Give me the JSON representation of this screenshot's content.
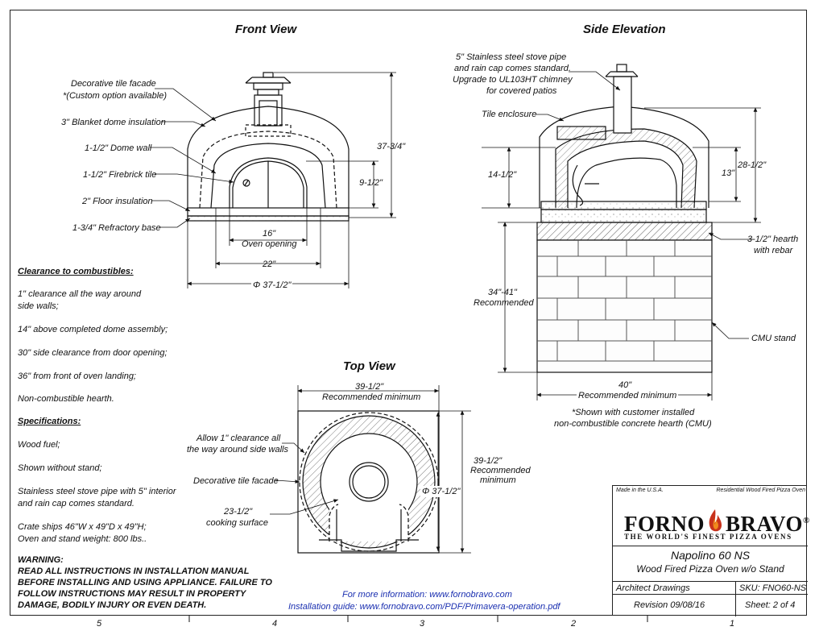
{
  "titles": {
    "front": "Front View",
    "side": "Side Elevation",
    "top": "Top View"
  },
  "front_labels": {
    "tile_facade": "Decorative tile facade",
    "tile_facade_note": "*(Custom option available)",
    "blanket": "3\" Blanket dome insulation",
    "dome_wall": "1-1/2\" Dome wall",
    "firebrick": "1-1/2\" Firebrick tile",
    "floor_insulation": "2\" Floor insulation",
    "refractory_base": "1-3/4\" Refractory base"
  },
  "front_dims": {
    "overall_height": "37-3/4\"",
    "opening_height": "9-1/2\"",
    "opening_width": "16\"",
    "opening_caption": "Oven opening",
    "interior_width": "22\"",
    "outer_diameter": "Φ 37-1/2\""
  },
  "side_labels": {
    "stove_pipe_1": "5\" Stainless steel stove pipe",
    "stove_pipe_2": "and rain cap comes standard.",
    "stove_pipe_3": "Upgrade to UL103HT chimney",
    "stove_pipe_4": "for covered patios",
    "tile_enclosure": "Tile enclosure",
    "hearth_1": "3-1/2\" hearth",
    "hearth_2": "with rebar",
    "cmu": "CMU stand",
    "shown_1": "*Shown with customer installed",
    "shown_2": "non-combustible concrete hearth (CMU)"
  },
  "side_dims": {
    "interior_height": "14-1/2\"",
    "dome_height": "13\"",
    "total_height": "28-1/2\"",
    "stand_height": "34\"-41\"",
    "stand_height_note": "Recommended",
    "stand_width": "40\"",
    "stand_width_note": "Recommended minimum"
  },
  "top_labels": {
    "clearance_1": "Allow 1\" clearance all",
    "clearance_2": "the way around side walls",
    "tile_facade": "Decorative tile facade",
    "cooking_1": "23-1/2\"",
    "cooking_2": "cooking surface"
  },
  "top_dims": {
    "width": "39-1/2\"",
    "width_note": "Recommended minimum",
    "depth": "39-1/2\"",
    "depth_note_1": "Recommended",
    "depth_note_2": "minimum",
    "diameter": "Φ 37-1/2\""
  },
  "clearance": {
    "heading": "Clearance to combustibles:",
    "line1a": "1\" clearance all the way around",
    "line1b": "side walls;",
    "line2": "14\" above completed dome assembly;",
    "line3": "30\" side clearance from door opening;",
    "line4": "36\" from front of oven landing;",
    "line5": "Non-combustible hearth."
  },
  "specs": {
    "heading": "Specifications:",
    "line1": "Wood fuel;",
    "line2": "Shown without stand;",
    "line3a": "Stainless steel stove pipe with 5\" interior",
    "line3b": "and rain cap comes standard.",
    "line4a": "Crate ships 46\"W x 49\"D x 49\"H;",
    "line4b": "Oven and stand weight: 800 lbs.."
  },
  "warning": {
    "l1": "WARNING:",
    "l2": "READ ALL INSTRUCTIONS IN INSTALLATION MANUAL",
    "l3": "BEFORE INSTALLING AND USING APPLIANCE. FAILURE TO",
    "l4": "FOLLOW INSTRUCTIONS MAY RESULT IN PROPERTY",
    "l5": "DAMAGE, BODILY INJURY OR EVEN DEATH."
  },
  "info": {
    "more": "For more information: www.fornobravo.com",
    "guide": "Installation guide: www.fornobravo.com/PDF/Primavera-operation.pdf"
  },
  "title_block": {
    "made_in": "Made in the U.S.A.",
    "category": "Residential Wood Fired Pizza Oven",
    "brand_left": "FORNO",
    "brand_right": "BRAVO",
    "registered": "®",
    "tagline": "THE WORLD'S FINEST PIZZA OVENS",
    "model": "Napolino 60 NS",
    "description": "Wood Fired Pizza Oven w/o Stand",
    "drawing_type": "Architect Drawings",
    "sku": "SKU: FNO60-NS",
    "revision": "Revision  09/08/16",
    "sheet": "Sheet: 2 of 4"
  },
  "colors": {
    "ink": "#111111",
    "link": "#1a2fb0",
    "flame_outer": "#c8321c",
    "flame_inner": "#f08a1c"
  },
  "grid_numbers": [
    "5",
    "4",
    "3",
    "2",
    "1"
  ]
}
